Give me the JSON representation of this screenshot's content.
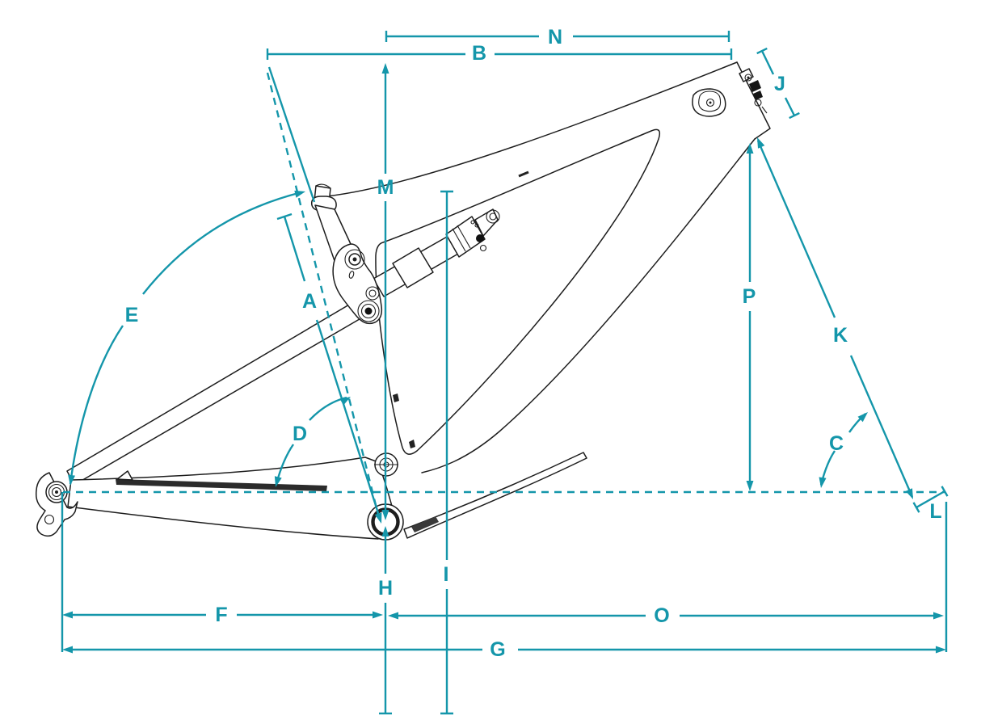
{
  "colors": {
    "accent": "#1496aa",
    "ink": "#1d1d1d",
    "background": "#ffffff"
  },
  "labels": {
    "a": "A",
    "b": "B",
    "c": "C",
    "d": "D",
    "e": "E",
    "f": "F",
    "g": "G",
    "h": "H",
    "i": "I",
    "j": "J",
    "k": "K",
    "l": "L",
    "m": "M",
    "n": "N",
    "o": "O",
    "p": "P"
  }
}
